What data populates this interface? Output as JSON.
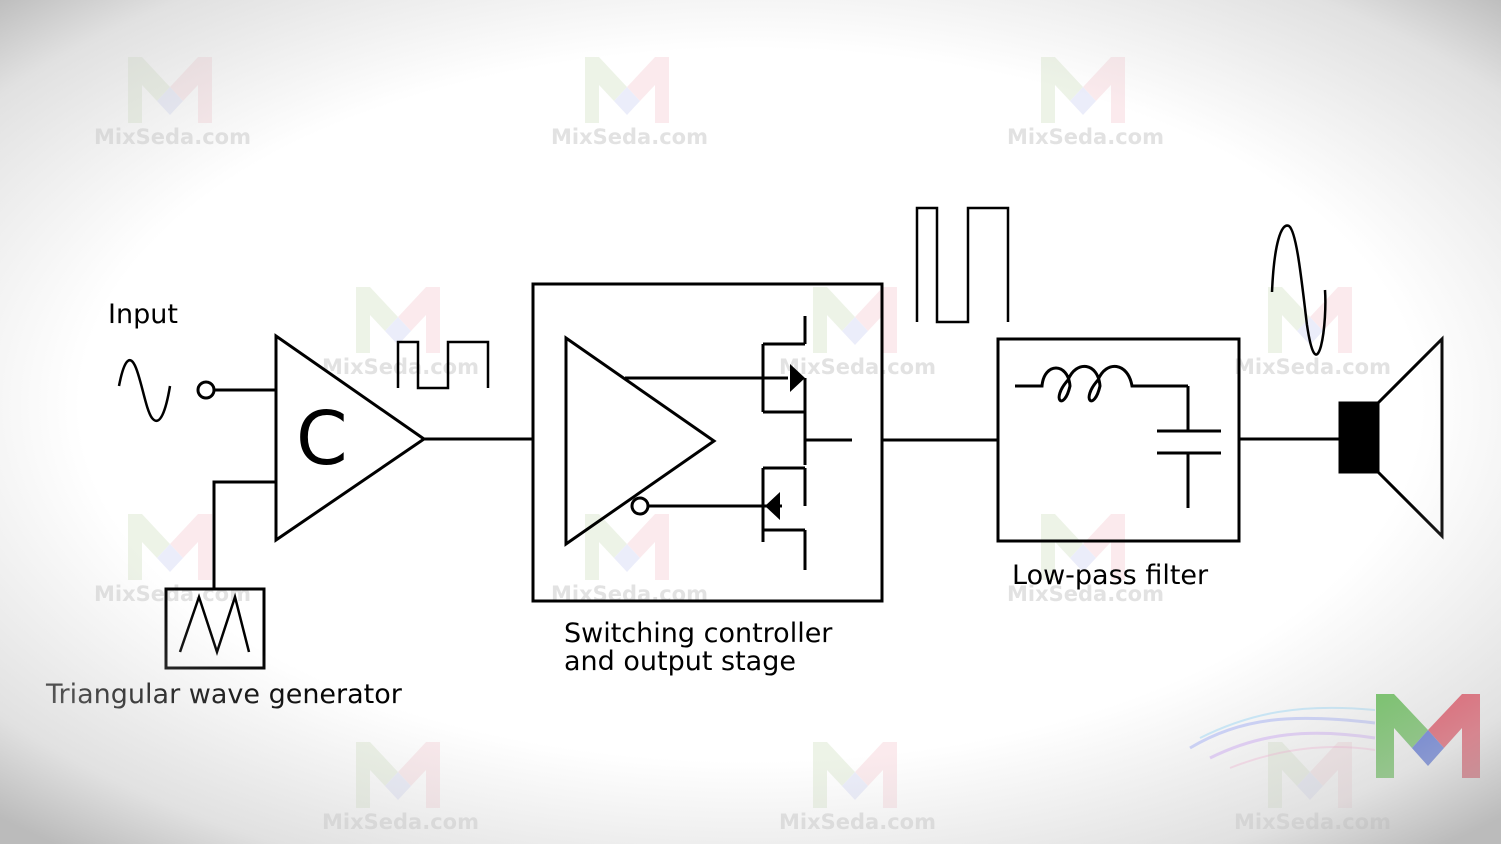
{
  "labels": {
    "input": "Input",
    "comparator_letter": "C",
    "triangular_wave_generator": "Triangular wave generator",
    "switching_controller_line1": "Switching controller",
    "switching_controller_line2": "and output stage",
    "low_pass_filter": "Low-pass filter"
  },
  "watermark": {
    "text": "MixSeda.com",
    "colors": [
      "#f3c1c8",
      "#c8dcb6",
      "#c4c8f0"
    ]
  },
  "brand": {
    "colors": {
      "green": "#5bbf4a",
      "red": "#e8344a",
      "blue": "#3a5bd9",
      "purple": "#8a3fd9"
    }
  },
  "colors": {
    "line": "#000000",
    "background": "#ffffff"
  }
}
